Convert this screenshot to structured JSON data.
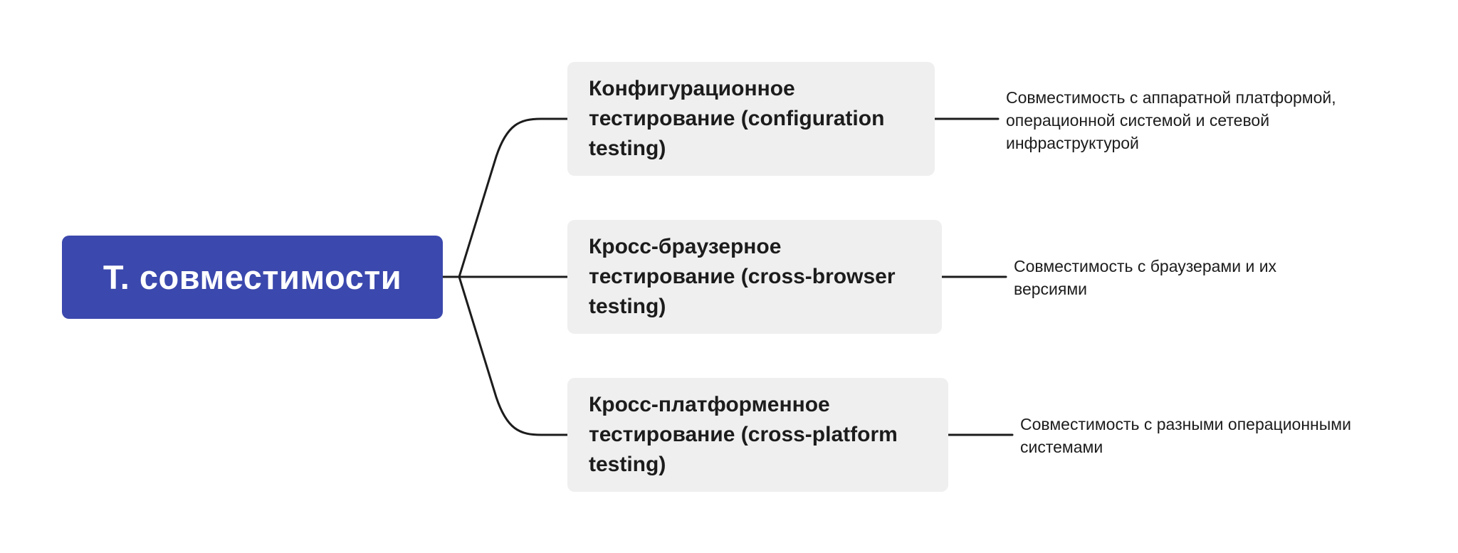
{
  "root": {
    "label": "Т. совместимости",
    "color": "#3b48ad"
  },
  "branches": [
    {
      "label": "Конфигурационное тестирование (configuration testing)",
      "note": "Совместимость с аппаратной платформой, операционной системой и сетевой инфраструктурой"
    },
    {
      "label": "Кросс-браузерное тестирование (cross-browser testing)",
      "note": "Совместимость с браузерами и их версиями"
    },
    {
      "label": "Кросс-платформенное тестирование (cross-platform testing)",
      "note": "Совместимость с разными операционными системами"
    }
  ],
  "colors": {
    "branch_background": "#efefef",
    "connector": "#1c1c1c",
    "text": "#1c1c1c"
  }
}
